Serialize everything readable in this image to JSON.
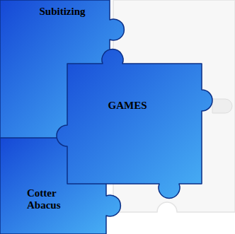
{
  "diagram": {
    "nodes": [
      {
        "text": [
          "Subitizing"
        ]
      },
      {
        "text": [
          "GAMES"
        ]
      },
      {
        "text": [
          "Cotter Abacus"
        ]
      }
    ]
  }
}
